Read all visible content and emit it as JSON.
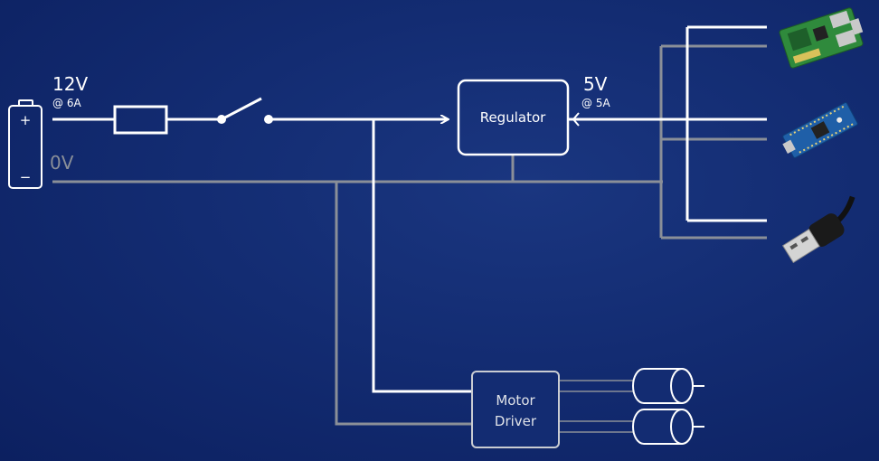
{
  "rail_12v": {
    "voltage": "12V",
    "current": "@ 6A"
  },
  "rail_0v": {
    "label": "0V"
  },
  "rail_5v": {
    "voltage": "5V",
    "current": "@ 5A"
  },
  "battery": {
    "plus": "+",
    "minus": "−"
  },
  "regulator": {
    "label": "Regulator"
  },
  "motor_driver": {
    "line1": "Motor",
    "line2": "Driver"
  },
  "loads": [
    "raspberry-pi-board",
    "arduino-nano-board",
    "usb-plug"
  ],
  "colors": {
    "background": "#132c72",
    "positive_wire": "#ffffff",
    "ground_wire": "#8a8f98",
    "board_pi": "#2f8a3c",
    "board_arduino": "#1f5fa8"
  }
}
